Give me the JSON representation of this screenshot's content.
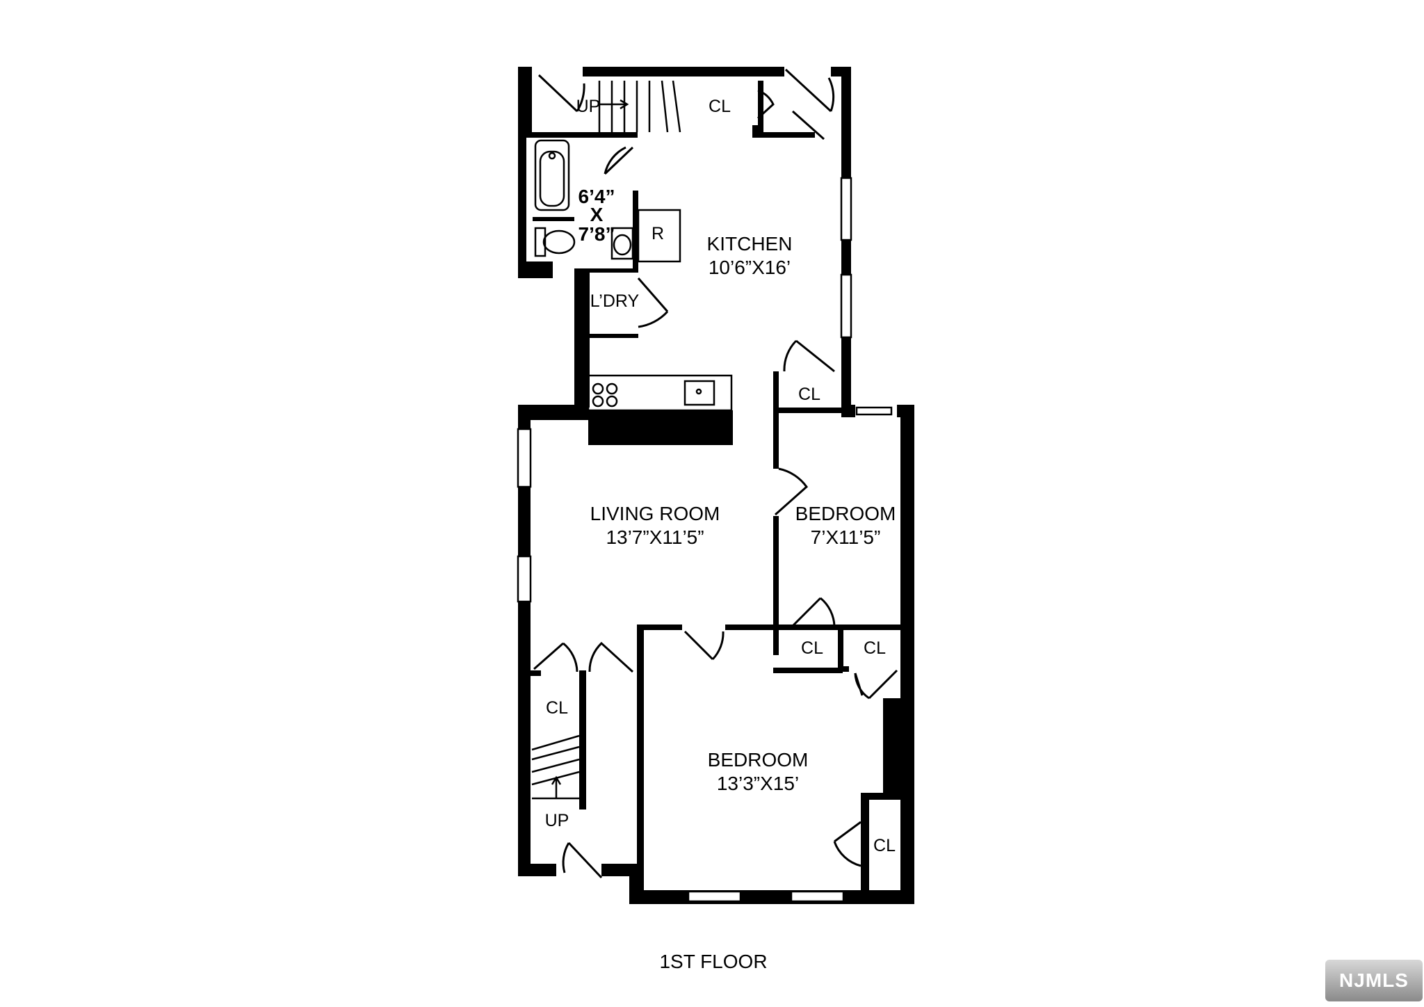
{
  "rooms": {
    "stair_top": "UP",
    "closet_top": "CL",
    "bath": {
      "w": "6’4”",
      "x": "X",
      "h": "7’8”"
    },
    "refrigerator": "R",
    "kitchen": {
      "name": "KITCHEN",
      "size": "10’6”X16’"
    },
    "laundry": "L’DRY",
    "closet_kitchen": "CL",
    "living_room": {
      "name": "LIVING ROOM",
      "size": "13’7”X11’5”"
    },
    "bedroom_small": {
      "name": "BEDROOM",
      "size": "7’X11’5”"
    },
    "closet_bed_a": "CL",
    "closet_bed_b": "CL",
    "closet_hall": "CL",
    "stair_bottom": "UP",
    "bedroom_large": {
      "name": "BEDROOM",
      "size": "13’3”X15’"
    },
    "closet_bed_c": "CL"
  },
  "floor_label": "1ST FLOOR",
  "logo": "NJMLS"
}
